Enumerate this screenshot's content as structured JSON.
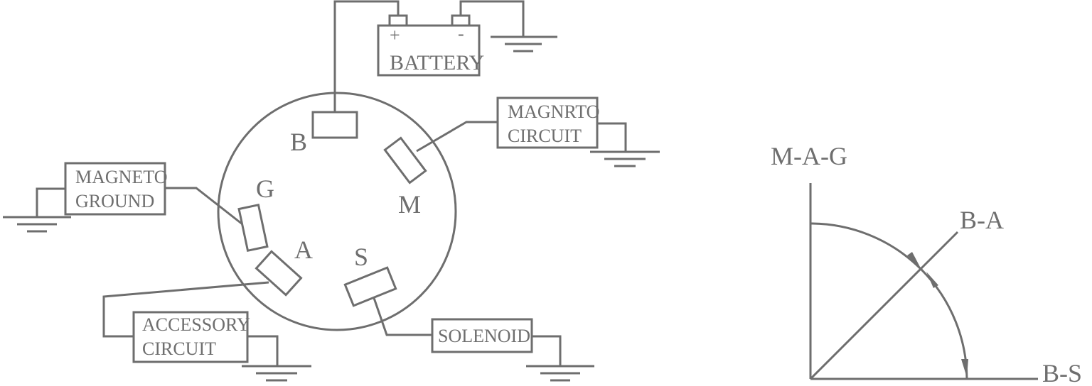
{
  "battery": {
    "label": "BATTERY",
    "plus": "+",
    "minus": "-"
  },
  "terminals": {
    "B": "B",
    "M": "M",
    "G": "G",
    "A": "A",
    "S": "S"
  },
  "boxes": {
    "magnrto_line1": "MAGNRTO",
    "magnrto_line2": "CIRCUIT",
    "magneto_line1": "MAGNETO",
    "magneto_line2": "GROUND",
    "accessory_line1": "ACCESSORY",
    "accessory_line2": "CIRCUIT",
    "solenoid": "SOLENOID"
  },
  "position_diagram": {
    "mag": "M-A-G",
    "ba": "B-A",
    "bs": "B-S"
  },
  "colors": {
    "line": "#6e6e6e",
    "background": "#ffffff"
  }
}
